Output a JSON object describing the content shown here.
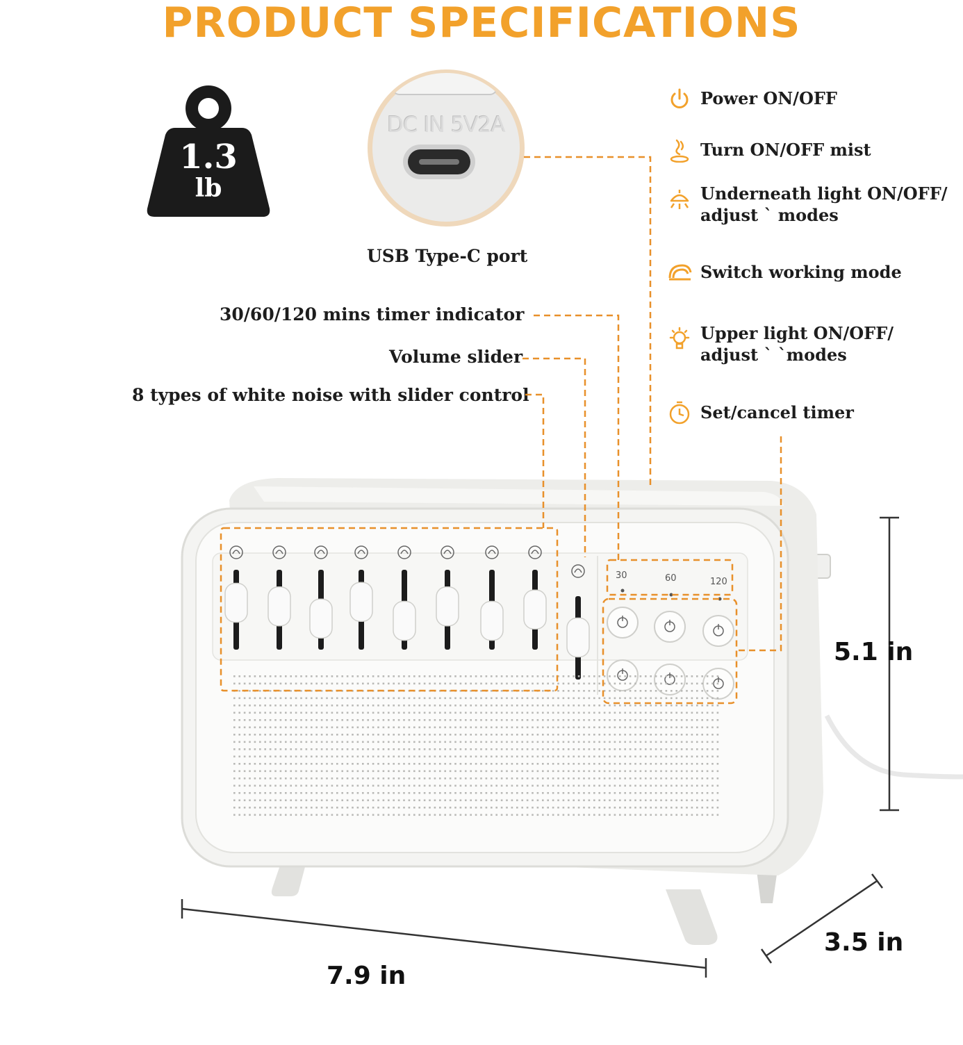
{
  "title": "PRODUCT SPECIFICATIONS",
  "weight": {
    "value": "1.3",
    "unit": "lb"
  },
  "port": {
    "caption": "USB Type-C port",
    "label": "DC IN 5V2A"
  },
  "callouts": {
    "timer_indicator": "30/60/120 mins timer indicator",
    "volume_slider": "Volume slider",
    "white_noise": "8 types of white noise with slider control"
  },
  "features": [
    {
      "icon": "power-icon",
      "line1": "Power ON/OFF",
      "line2": ""
    },
    {
      "icon": "mist-icon",
      "line1": "Turn ON/OFF mist",
      "line2": ""
    },
    {
      "icon": "underneath-light-icon",
      "line1": "Underneath light ON/OFF/",
      "line2": "adjust                  ` modes"
    },
    {
      "icon": "mode-icon",
      "line1": "Switch working mode",
      "line2": ""
    },
    {
      "icon": "upper-light-icon",
      "line1": "Upper light ON/OFF/",
      "line2": "adjust `              `modes"
    },
    {
      "icon": "timer-icon",
      "line1": "Set/cancel timer",
      "line2": ""
    }
  ],
  "device": {
    "timer_labels": [
      "30",
      "60",
      "120"
    ],
    "slider_levels": [
      0.7,
      0.62,
      0.35,
      0.72,
      0.3,
      0.62,
      0.3,
      0.55,
      0.55
    ],
    "sound_icons": [
      "fan-icon",
      "rain-cloud-icon",
      "eye-icon",
      "bird-icon",
      "fire-icon",
      "leaf-icon",
      "frog-icon",
      "snail-icon",
      "volume-icon"
    ],
    "button_icons": [
      "power-icon",
      "mist-icon",
      "underneath-light-icon",
      "mode-icon",
      "upper-light-icon",
      "timer-icon"
    ]
  },
  "dimensions": {
    "height": "5.1 in",
    "width": "7.9 in",
    "depth": "3.5 in"
  },
  "colors": {
    "accent": "#f2a12b",
    "leader": "#e8902a",
    "dark": "#1d1d1d"
  }
}
